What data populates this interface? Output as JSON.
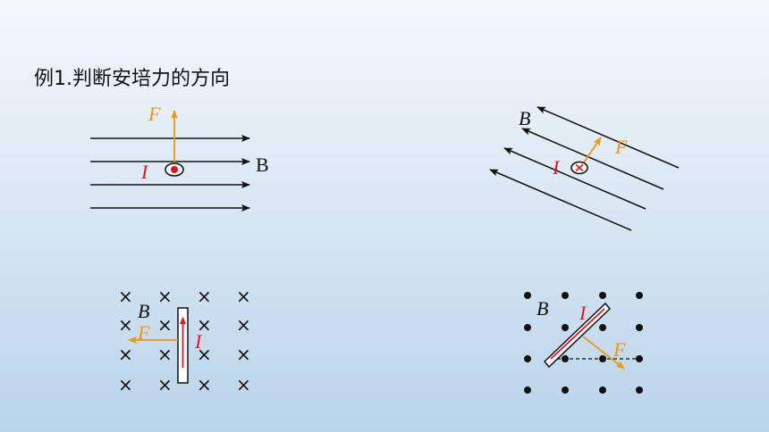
{
  "slide": {
    "title": "例1.判断安培力的方向"
  },
  "colors": {
    "force": "#f0960f",
    "current": "#e0141c",
    "field": "#111111"
  },
  "diagrams": {
    "top_left": {
      "field_label": "B",
      "current_label": "I",
      "force_label": "F"
    },
    "top_right": {
      "field_label": "B",
      "current_label": "I",
      "force_label": "F"
    },
    "bottom_left": {
      "field_label": "B",
      "current_label": "I",
      "force_label": "F",
      "field_symbol": "×"
    },
    "bottom_right": {
      "field_label": "B",
      "current_label": "I",
      "force_label": "F"
    }
  }
}
